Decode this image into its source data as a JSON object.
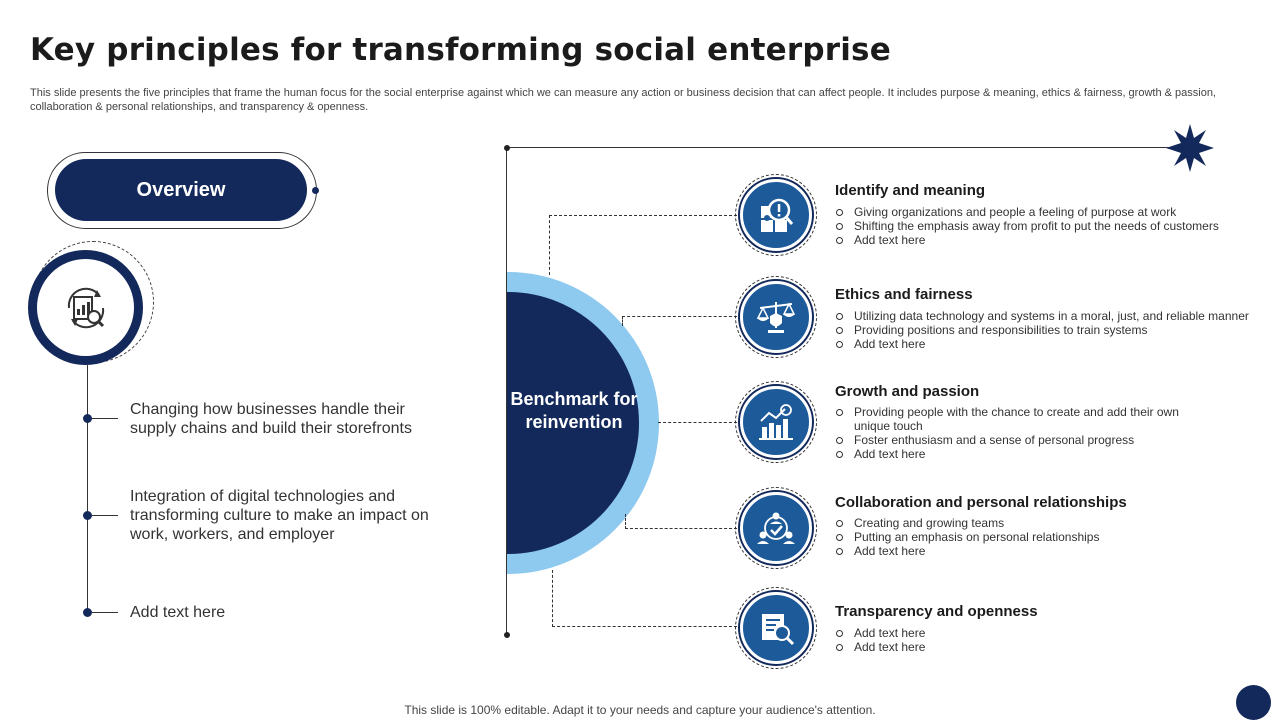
{
  "header": {
    "title": "Key principles for transforming social enterprise",
    "subtitle": "This slide presents the five principles that frame the human focus for the social enterprise against which we can measure any action or business decision that can affect people. It includes purpose & meaning, ethics & fairness, growth & passion, collaboration & personal relationships, and transparency & openness."
  },
  "overview": {
    "label": "Overview",
    "icon": "report-analysis-icon",
    "items": [
      "Changing how businesses handle their supply chains and build their storefronts",
      "Integration  of digital technologies and transforming culture to make an impact on work, workers, and employer",
      "Add text here"
    ]
  },
  "center": {
    "label": "Benchmark for reinvention"
  },
  "principles": [
    {
      "title": "Identify and meaning",
      "icon": "puzzle-alert-icon",
      "bullets": [
        "Giving organizations and people a feeling of purpose at work",
        "Shifting the emphasis away from profit to put the needs of customers",
        "Add text here"
      ]
    },
    {
      "title": "Ethics and fairness",
      "icon": "scales-shield-icon",
      "bullets": [
        "Utilizing data technology and systems in a moral, just, and reliable manner",
        "Providing positions and responsibilities to train systems",
        "Add text here"
      ]
    },
    {
      "title": "Growth and passion",
      "icon": "growth-chart-icon",
      "bullets": [
        "Providing people with the chance to create and add their own unique touch",
        "Foster enthusiasm and a sense of personal progress",
        "Add text here"
      ]
    },
    {
      "title": "Collaboration and personal relationships",
      "icon": "team-network-icon",
      "bullets": [
        "Creating and growing teams",
        "Putting an emphasis on personal relationships",
        "Add text here"
      ]
    },
    {
      "title": "Transparency and openness",
      "icon": "document-search-icon",
      "bullets": [
        "Add text here",
        "Add text here"
      ]
    }
  ],
  "footer": {
    "text": "This slide is 100% editable. Adapt it to your needs and capture your audience's attention."
  },
  "colors": {
    "navy": "#13295b",
    "blue": "#1d5a9a",
    "light_blue": "#8ec9ef"
  }
}
